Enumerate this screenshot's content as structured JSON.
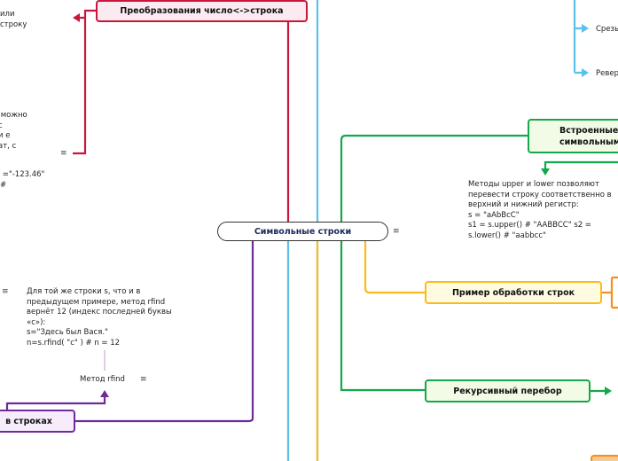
{
  "central": {
    "title": "Символьные строки",
    "menu_icon": "≡"
  },
  "nodes": {
    "conversion": "Преобразования число<->строка",
    "builtin_line1": "Встроенные",
    "builtin_line2": "символьным",
    "example": "Пример обработки строк",
    "recursive": "Рекурсивный перебор",
    "search": "в строках"
  },
  "notes": {
    "top_left": "или\nстроку",
    "mid_left": " можно\nс\nи е\nат, с",
    "mid_left_code": " =\"-123.46\"\n#",
    "rfind": "Для той же строки s, что и в\nпредыдущем примере, метод rfind\nвернёт 12 (индекс последней буквы\n«с»):\ns=\"Здесь был Вася.\"\nn=s.rfind( \"с\" ) # n = 12",
    "upper_lower": "Методы upper и lower позволяют\nперевести строку соответственно в\nверхний и нижний регистр:\ns = \"aAbBcC\"\ns1 = s.upper() # \"AABBCC\" s2 =\ns.lower() # \"aabbcc\""
  },
  "labels": {
    "rfind_method": "Метод rfind",
    "slices": "Срезы",
    "reverse": "Ревер"
  },
  "icons": {
    "menu": "≡"
  },
  "colors": {
    "red": "#c8173a",
    "blue": "#5bc0eb",
    "green": "#14a74b",
    "yellow": "#fbbb1e",
    "orange": "#f39022",
    "purple": "#6e2c9a",
    "navy": "#1b2a5a"
  }
}
